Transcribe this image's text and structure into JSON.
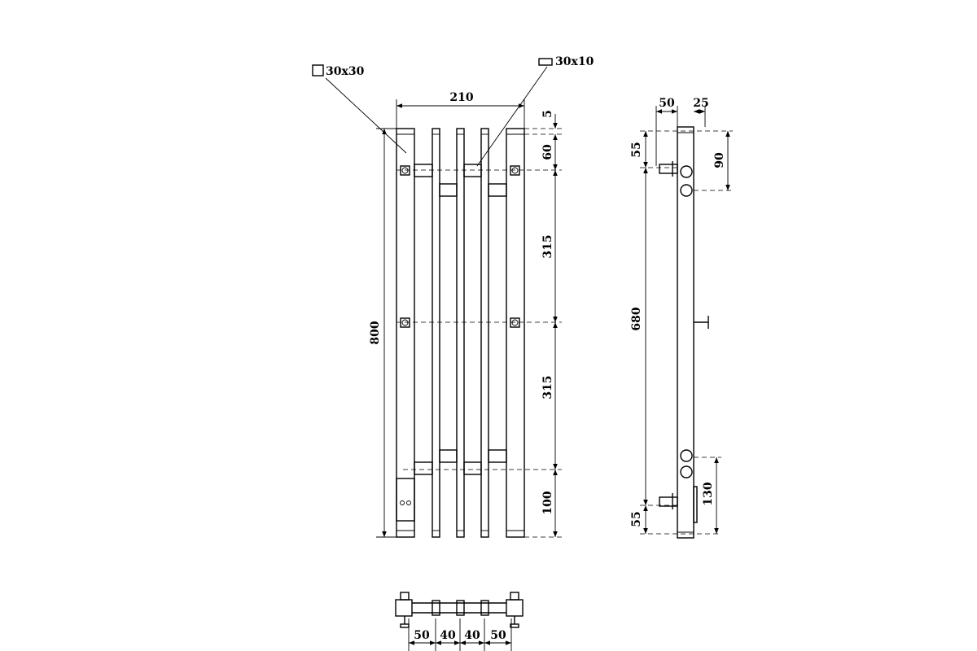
{
  "labels": {
    "profile_square": "30x30",
    "profile_rect": "30x10"
  },
  "front_view": {
    "width": "210",
    "height": "800",
    "top_gap": "5",
    "top_offset": "60",
    "span_upper": "315",
    "span_lower": "315",
    "bottom_offset": "100"
  },
  "side_view": {
    "depth_a": "50",
    "depth_b": "25",
    "top_55": "55",
    "top_90": "90",
    "height_680": "680",
    "bottom_55": "55",
    "bottom_130": "130"
  },
  "top_view": {
    "spacing": [
      "50",
      "40",
      "40",
      "50"
    ]
  }
}
